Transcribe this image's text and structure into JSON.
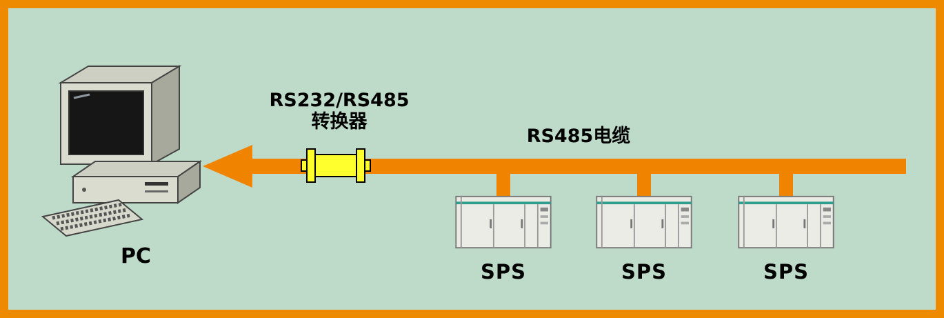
{
  "colors": {
    "border": "#ee8a00",
    "background": "#bedac8",
    "cable": "#f08400",
    "converter_fill": "#ffff2e"
  },
  "pc": {
    "label": "PC"
  },
  "converter": {
    "label_line1": "RS232/RS485",
    "label_line2": "转换器"
  },
  "cable": {
    "label": "RS485电缆"
  },
  "sps_units": [
    {
      "label": "SPS"
    },
    {
      "label": "SPS"
    },
    {
      "label": "SPS"
    }
  ]
}
